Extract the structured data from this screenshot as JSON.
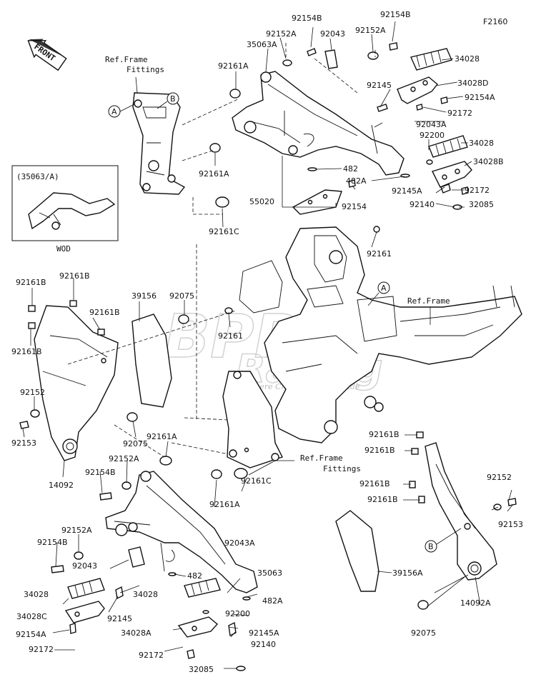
{
  "figure_code": "F2160",
  "front_label": "FRONT",
  "ref_frame_fittings": [
    "Ref.Frame",
    "Fittings"
  ],
  "ref_frame": "Ref.Frame",
  "inset": {
    "title": "(35063/A)",
    "caption": "WOD"
  },
  "watermark": {
    "main": "BPR",
    "sub": "Racing",
    "tagline": "Where Champions are made"
  },
  "callouts": [
    "A",
    "B"
  ],
  "part_numbers": {
    "p92154B": "92154B",
    "p35063A": "35063A",
    "p92152A": "92152A",
    "p92043": "92043",
    "p34028": "34028",
    "p92161A": "92161A",
    "p92145": "92145",
    "p34028D": "34028D",
    "p92154A": "92154A",
    "p92172": "92172",
    "p92043A": "92043A",
    "p92200": "92200",
    "p34028B": "34028B",
    "p482": "482",
    "p482A": "482A",
    "p92145A": "92145A",
    "p55020": "55020",
    "p92154": "92154",
    "p92140": "92140",
    "p32085": "32085",
    "p92161C": "92161C",
    "p92161": "92161",
    "p92161B": "92161B",
    "p39156": "39156",
    "p92075": "92075",
    "p92152": "92152",
    "p92153": "92153",
    "p14092": "14092",
    "p35063": "35063",
    "p34028C": "34028C",
    "p34028A": "34028A",
    "p39156A": "39156A",
    "p14092A": "14092A"
  }
}
